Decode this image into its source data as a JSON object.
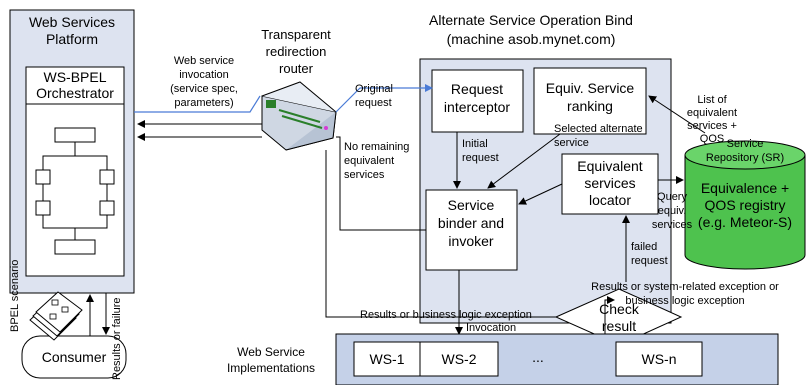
{
  "platform": {
    "title_line1": "Web Services",
    "title_line2": "Platform",
    "orchestrator_line1": "WS-BPEL",
    "orchestrator_line2": "Orchestrator"
  },
  "router": {
    "line1": "Transparent",
    "line2": "redirection",
    "line3": "router"
  },
  "asob": {
    "title_line1": "Alternate Service Operation Bind",
    "title_line2": "(machine asob.mynet.com)",
    "request_interceptor": [
      "Request",
      "interceptor"
    ],
    "equiv_ranking": [
      "Equiv. Service",
      "ranking"
    ],
    "equiv_locator": [
      "Equivalent",
      "services",
      "locator"
    ],
    "binder": [
      "Service",
      "binder and",
      "invoker"
    ],
    "check": [
      "Check",
      "result"
    ]
  },
  "repository": {
    "label_line1": "Service",
    "label_line2": "Repository (SR)",
    "body_line1": "Equivalence +",
    "body_line2": "QOS registry",
    "body_line3": "(e.g. Meteor-S)"
  },
  "labels": {
    "ws_invocation": [
      "Web service",
      "invocation",
      "(service spec,",
      "parameters)"
    ],
    "original_request": [
      "Original",
      "request"
    ],
    "initial_request": [
      "Initial",
      "request"
    ],
    "selected_alternate": [
      "Selected alternate",
      "service"
    ],
    "no_remaining": [
      "No remaining",
      "equivalent",
      "services"
    ],
    "list_equivalent": [
      "List of",
      "equivalent",
      "services +",
      "QOS"
    ],
    "query_equiv": [
      "Query",
      "equiv.",
      "services"
    ],
    "failed_request": [
      "failed",
      "request"
    ],
    "results_business": "Results or business logic exception",
    "invocation": "Invocation",
    "results_system": [
      "Results or system-related exception or",
      "business logic exception"
    ],
    "results_or_failure": "Results or failure",
    "bpel_scenario": "BPEL scenario",
    "consumer": "Consumer",
    "ws_impl": [
      "Web Service",
      "Implementations"
    ]
  },
  "implementations": {
    "items": [
      "WS-1",
      "WS-2",
      "...",
      "WS-n"
    ]
  }
}
